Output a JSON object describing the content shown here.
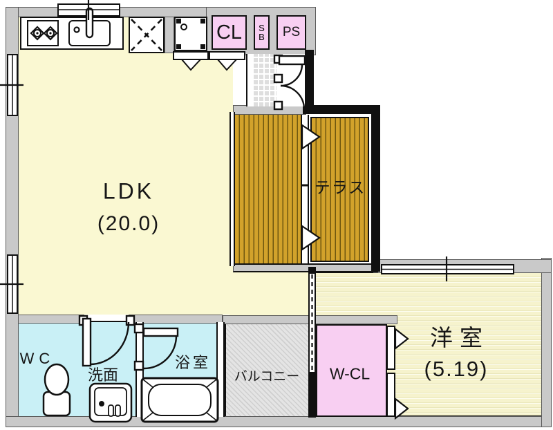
{
  "title": "apartment-floorplan",
  "rooms": {
    "ldk": {
      "label": "LDK",
      "size": "(20.0)"
    },
    "terrace": {
      "label": "テラス"
    },
    "western": {
      "label": "洋室",
      "size": "(5.19)"
    },
    "wcl": {
      "label": "W-CL"
    },
    "balcony": {
      "label": "バルコニー"
    },
    "bath": {
      "label": "浴室"
    },
    "washroom": {
      "label": "洗面"
    },
    "wc": {
      "label": "WC"
    },
    "closet": {
      "label": "CL"
    },
    "shoebox": {
      "line1": "S",
      "line2": "B"
    },
    "pipespace": {
      "label": "PS"
    }
  },
  "fixtures": [
    "stove-icon",
    "sink-icon",
    "refrigerator-space-icon",
    "washer-space-icon",
    "toilet-icon",
    "vanity-icon",
    "bathtub-icon",
    "entry-door-arc",
    "washroom-door-arc",
    "bath-door-arc",
    "window",
    "sliding-door",
    "terrace-deck"
  ],
  "colors": {
    "ldk_floor": "#faf8d2",
    "western_floor": "#f6f3cd",
    "deck_wood": "#d2a22b",
    "wet_area": "#c9f0f6",
    "closet_pink": "#f8cff2",
    "balcony_gray": "#e4e4e4",
    "wall_gray": "#c9c9c9",
    "line_black": "#101010"
  }
}
